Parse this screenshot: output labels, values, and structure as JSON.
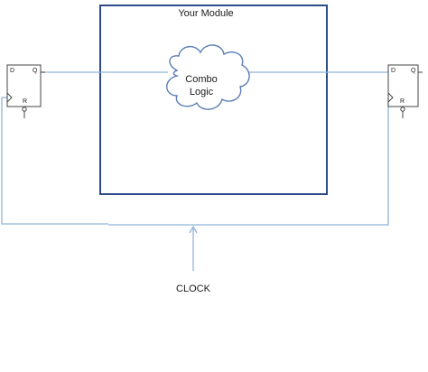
{
  "module": {
    "title": "Your Module",
    "logic_lines": [
      "Combo",
      "Logic"
    ]
  },
  "flipflop_left": {
    "pin_d": "D",
    "pin_q": "Q",
    "pin_r": "R"
  },
  "flipflop_right": {
    "pin_d": "D",
    "pin_q": "Q",
    "pin_r": "R"
  },
  "clock": {
    "label": "CLOCK"
  },
  "colors": {
    "module_border": "#2e4a87",
    "wire": "#8fb3d9",
    "cloud_stroke": "#5b7fb5",
    "flipflop_stroke": "#444444"
  }
}
